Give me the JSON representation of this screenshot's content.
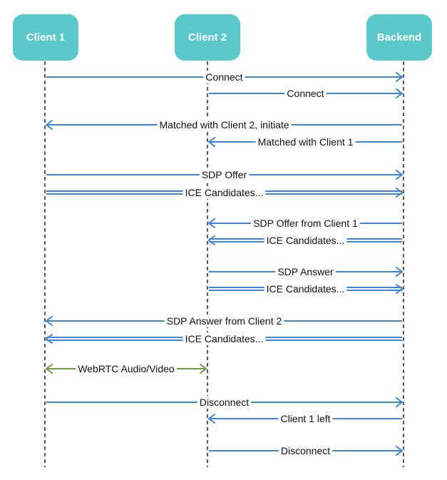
{
  "participants": [
    {
      "id": "client1",
      "label": "Client 1"
    },
    {
      "id": "client2",
      "label": "Client 2"
    },
    {
      "id": "backend",
      "label": "Backend"
    }
  ],
  "colors": {
    "participant_fill": "#5bc8cc",
    "participant_text": "#ffffff",
    "lifeline": "#222222",
    "arrow": "#3b86d8",
    "bidirectional_arrow": "#6b9e3a",
    "label": "#111111"
  },
  "messages": [
    {
      "from": "client1",
      "to": "backend",
      "label": "Connect",
      "style": "single"
    },
    {
      "from": "client2",
      "to": "backend",
      "label": "Connect",
      "style": "single"
    },
    {
      "from": "backend",
      "to": "client1",
      "label": "Matched with Client 2, initiate",
      "style": "single"
    },
    {
      "from": "backend",
      "to": "client2",
      "label": "Matched with Client 1",
      "style": "single"
    },
    {
      "from": "client1",
      "to": "backend",
      "label": "SDP Offer",
      "style": "single"
    },
    {
      "from": "client1",
      "to": "backend",
      "label": "ICE Candidates...",
      "style": "double"
    },
    {
      "from": "backend",
      "to": "client2",
      "label": "SDP Offer from Client 1",
      "style": "single"
    },
    {
      "from": "backend",
      "to": "client2",
      "label": "ICE Candidates...",
      "style": "double"
    },
    {
      "from": "client2",
      "to": "backend",
      "label": "SDP Answer",
      "style": "single"
    },
    {
      "from": "client2",
      "to": "backend",
      "label": "ICE Candidates...",
      "style": "double"
    },
    {
      "from": "backend",
      "to": "client1",
      "label": "SDP Answer from Client 2",
      "style": "single"
    },
    {
      "from": "backend",
      "to": "client1",
      "label": "ICE Candidates...",
      "style": "double"
    },
    {
      "from": "client1",
      "to": "client2",
      "label": "WebRTC Audio/Video",
      "style": "bidirectional"
    },
    {
      "from": "client1",
      "to": "backend",
      "label": "Disconnect",
      "style": "single"
    },
    {
      "from": "backend",
      "to": "client2",
      "label": "Client 1 left",
      "style": "single"
    },
    {
      "from": "client2",
      "to": "backend",
      "label": "Disconnect",
      "style": "single"
    }
  ]
}
